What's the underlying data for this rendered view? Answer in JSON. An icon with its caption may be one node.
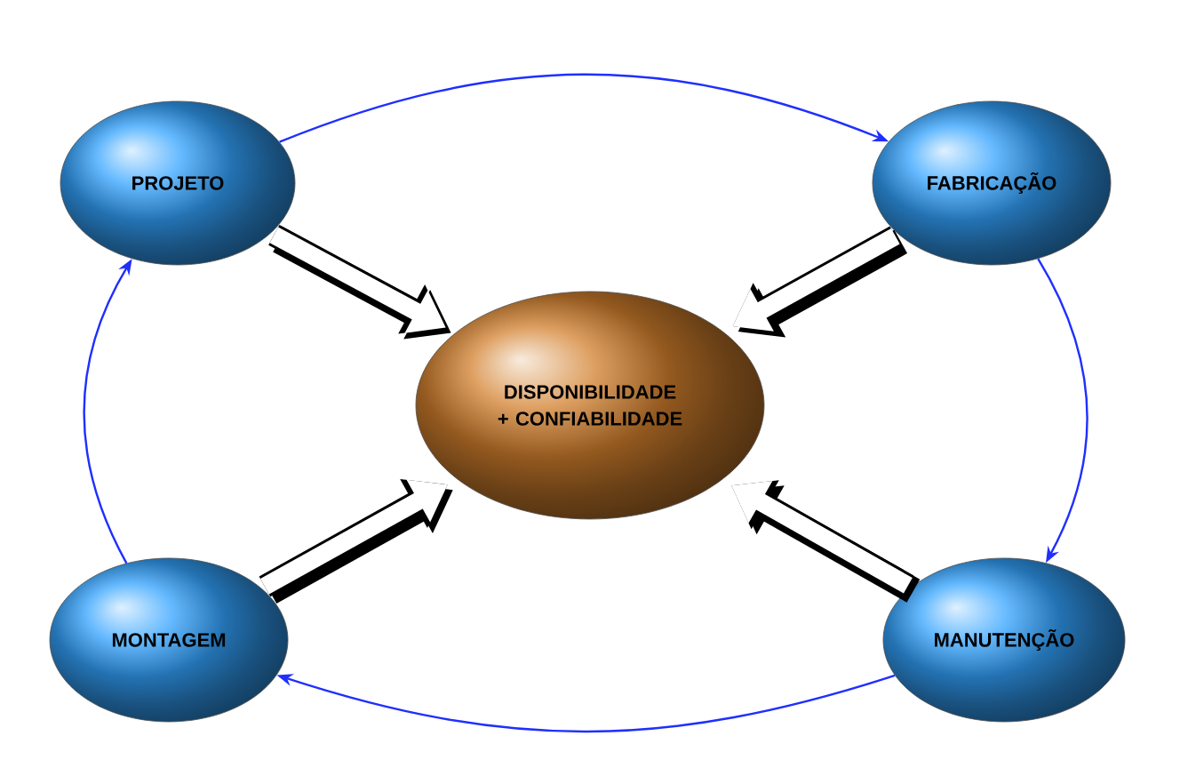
{
  "diagram": {
    "nodes": [
      {
        "text": [
          "PROJETO"
        ]
      },
      {
        "text": [
          "FABRICAÇÃO"
        ]
      },
      {
        "text": [
          "DISPONIBILIDADE + CONFIABILIDADE"
        ]
      },
      {
        "text": [
          "MONTAGEM"
        ]
      },
      {
        "text": [
          "MANUTENÇÃO"
        ]
      }
    ],
    "edges": [
      {
        "from": 0,
        "to": 1,
        "arrow": "to",
        "color": "#1f2fff"
      },
      {
        "from": 1,
        "to": 4,
        "arrow": "to",
        "color": "#1f2fff"
      },
      {
        "from": 4,
        "to": 3,
        "arrow": "to",
        "color": "#1f2fff"
      },
      {
        "from": 3,
        "to": 0,
        "arrow": "to",
        "color": "#1f2fff"
      },
      {
        "from": 0,
        "to": 2,
        "arrow": "to",
        "style": "thick",
        "color": "#ffffff"
      },
      {
        "from": 1,
        "to": 2,
        "arrow": "to",
        "style": "thick",
        "color": "#ffffff"
      },
      {
        "from": 3,
        "to": 2,
        "arrow": "to",
        "style": "thick",
        "color": "#ffffff"
      },
      {
        "from": 4,
        "to": 2,
        "arrow": "to",
        "style": "thick",
        "color": "#ffffff"
      }
    ]
  }
}
